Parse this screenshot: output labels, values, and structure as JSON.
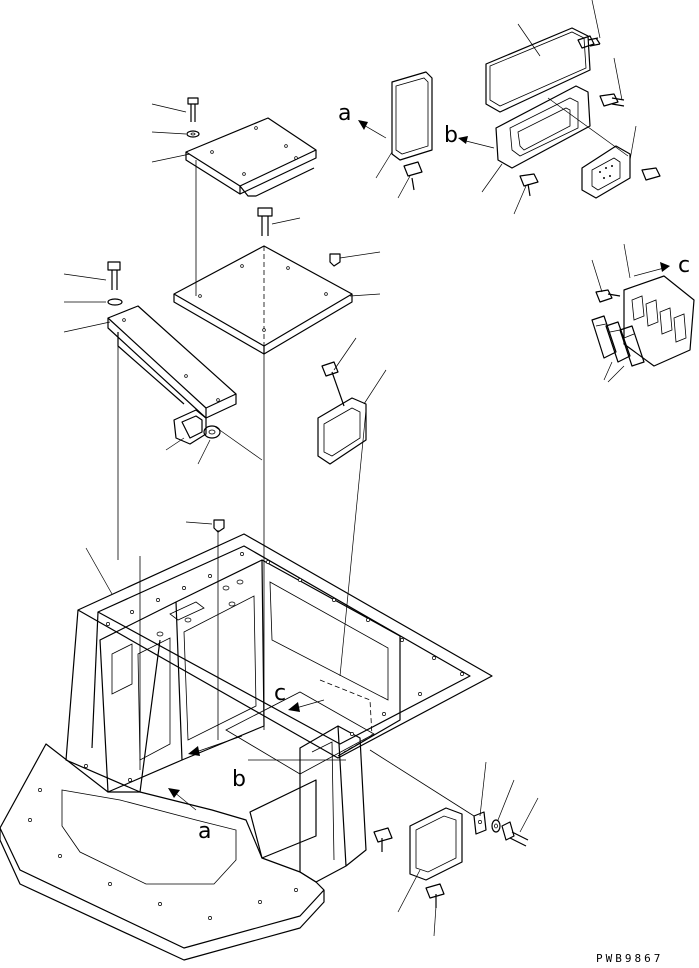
{
  "diagram": {
    "view_labels": [
      {
        "key": "a1",
        "text": "a"
      },
      {
        "key": "b1",
        "text": "b"
      },
      {
        "key": "c1",
        "text": "c"
      },
      {
        "key": "a2",
        "text": "a"
      },
      {
        "key": "b2",
        "text": "b"
      },
      {
        "key": "c2",
        "text": "c"
      }
    ],
    "drawing_code": "PWB9867"
  }
}
